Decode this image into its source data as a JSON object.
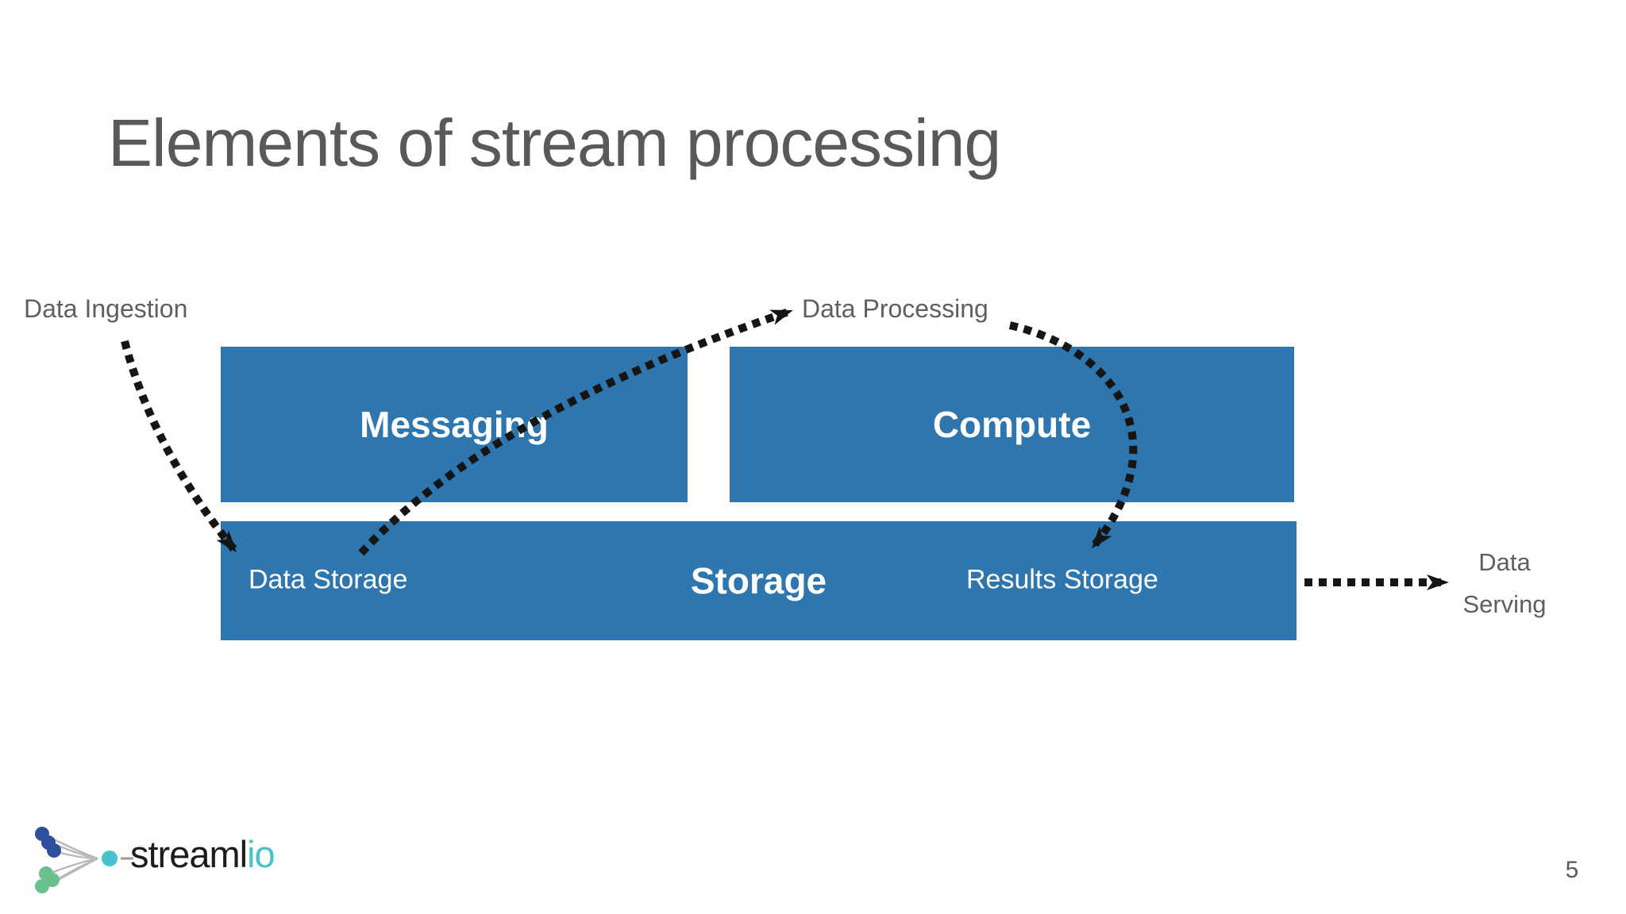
{
  "slide": {
    "title": "Elements of stream processing",
    "page_number": "5"
  },
  "boxes": {
    "messaging": "Messaging",
    "compute": "Compute",
    "storage": "Storage",
    "data_storage": "Data Storage",
    "results_storage": "Results Storage"
  },
  "annotations": {
    "data_ingestion": "Data Ingestion",
    "data_processing": "Data Processing",
    "data_serving_line1": "Data",
    "data_serving_line2": "Serving"
  },
  "logo": {
    "wordmark_primary": "streaml",
    "wordmark_accent": "io"
  },
  "colors": {
    "box_blue": "#2e76ad",
    "box_text_white": "#ffffff",
    "arrow_black": "#151515",
    "title_gray": "#595959",
    "label_gray": "#5f5f5f",
    "page_number_gray": "#58585a",
    "logo_navy": "#2e4f9b",
    "logo_green": "#68c08f",
    "logo_teal": "#47c1ce",
    "logo_line_gray": "#b8b8b8"
  }
}
